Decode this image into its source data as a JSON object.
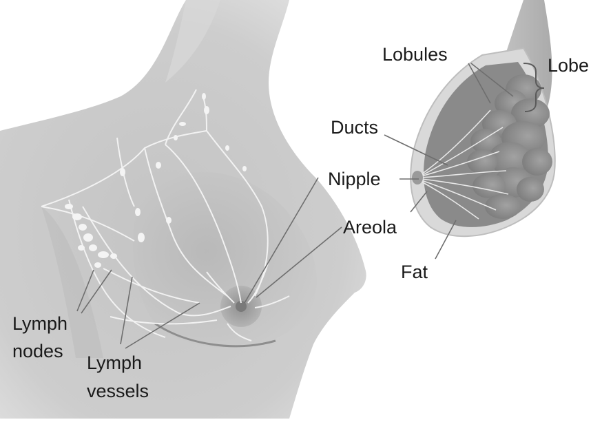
{
  "labels": {
    "lobules": "Lobules",
    "lobe": "Lobe",
    "ducts": "Ducts",
    "nipple": "Nipple",
    "areola": "Areola",
    "fat": "Fat",
    "lymph_nodes_line1": "Lymph",
    "lymph_nodes_line2": "nodes",
    "lymph_vessels_line1": "Lymph",
    "lymph_vessels_line2": "vessels"
  },
  "colors": {
    "background": "#ffffff",
    "body": "#c9c9c9",
    "body_shadow": "#b3b3b3",
    "tissue": "#9a9a9a",
    "lymph": "#f4f4f4",
    "leader": "#6e6e6e",
    "text": "#1a1a1a"
  }
}
